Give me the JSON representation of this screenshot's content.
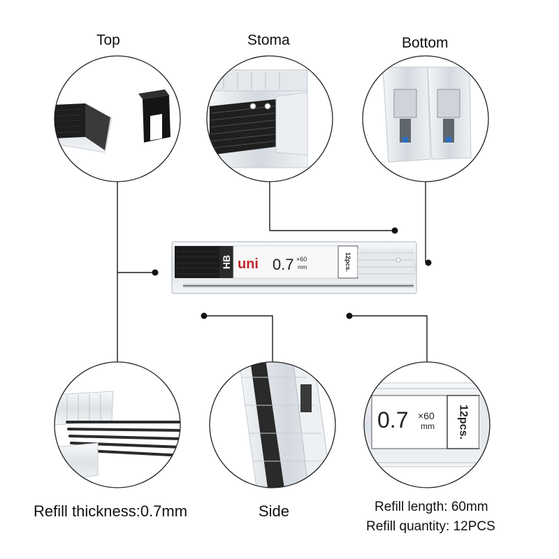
{
  "labels": {
    "top": "Top",
    "stoma": "Stoma",
    "bottom": "Bottom",
    "side": "Side",
    "refill_thickness": "Refill thickness:0.7mm",
    "refill_length": "Refill length: 60mm",
    "refill_quantity": "Refill quantity: 12PCS"
  },
  "product_case": {
    "grade": "HB",
    "brand": "uni",
    "size": "0.7",
    "length_marking": "×60",
    "length_unit": "mm",
    "count": "12pcs."
  },
  "zoom_side_detail": {
    "size": "0.7",
    "length_marking": "×60",
    "length_unit": "mm",
    "count": "12pcs."
  },
  "colors": {
    "line": "#1a1a1a",
    "circle_border": "#222222",
    "lead": "#2b2b2b",
    "plastic": "#e9ecef",
    "cap": "#111111"
  }
}
